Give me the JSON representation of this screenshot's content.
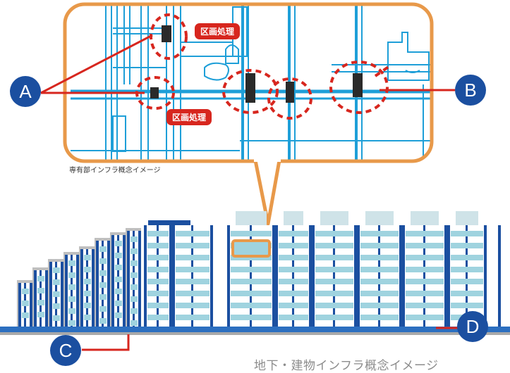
{
  "detail_caption": "専有部インフラ概念イメージ",
  "main_caption": "地下・建物インフラ概念イメージ",
  "section_tags": [
    "区画処理",
    "区画処理"
  ],
  "markers": [
    "A",
    "B",
    "C",
    "D"
  ],
  "colors": {
    "frame": "#e8994a",
    "pipe": "#1e9fd8",
    "building_dark": "#1b4fa0",
    "building_light": "#9fd3df",
    "callout": "#d7261e",
    "marker": "#1b4fa0",
    "ground": "#2c6fc0"
  }
}
